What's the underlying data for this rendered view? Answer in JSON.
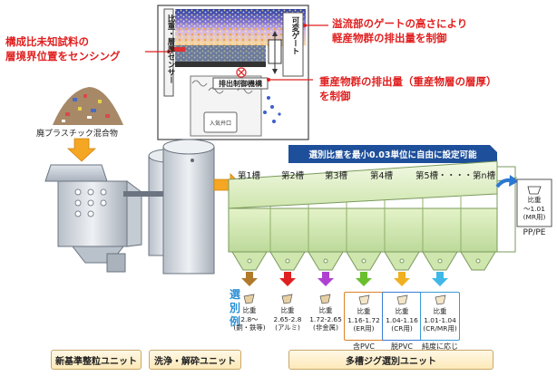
{
  "callouts": {
    "left_sensing": [
      "構成比未知試料の",
      "層境界位置をセンシング"
    ],
    "top_gate": [
      "溢流部のゲートの高さにより",
      "軽産物群の排出量を制御"
    ],
    "mid_discharge": [
      "重産物群の排出量（重産物層の層厚）",
      "を制御"
    ]
  },
  "inset": {
    "sensor_label": "比重・層厚センサー",
    "gate_label": "可変ゲート",
    "mechanism_label": "排出制御機構",
    "inlet_label": "入気弁口"
  },
  "feed_label": "廃プラスチック混合物",
  "range_banner": "選別比重を最小0.03単位に自由に設定可能",
  "tanks": [
    "第1槽",
    "第2槽",
    "第3槽",
    "第4槽",
    "第5槽・・・・第n槽"
  ],
  "output": {
    "gravity": [
      "比重",
      "～1.01",
      "(MR用)"
    ],
    "label": "PP/PE"
  },
  "sorting_label": [
    "選",
    "別",
    "例"
  ],
  "sorting_examples": [
    {
      "lines": [
        "比重",
        "2.8～",
        "(銅・鉄等)"
      ],
      "arrow_color": "#b07a2a",
      "boxed": false,
      "note": ""
    },
    {
      "lines": [
        "比重",
        "2.65-2.8",
        "(アルミ)"
      ],
      "arrow_color": "#e02020",
      "boxed": false,
      "note": ""
    },
    {
      "lines": [
        "比重",
        "1.72-2.65",
        "(非金属)"
      ],
      "arrow_color": "#b040d0",
      "boxed": false,
      "note": ""
    },
    {
      "lines": [
        "比重",
        "1.16-1.72",
        "(ER用)"
      ],
      "arrow_color": "#6abf2e",
      "boxed": true,
      "box_color": "#d9822b",
      "note": "含PVC"
    },
    {
      "lines": [
        "比重",
        "1.04-1.16",
        "(CR用)"
      ],
      "arrow_color": "#f0b020",
      "boxed": true,
      "box_color": "#3a7bd5",
      "note": "脱PVC"
    },
    {
      "lines": [
        "比重",
        "1.01-1.04",
        "(CR/MR用)"
      ],
      "arrow_color": "#3fb8e8",
      "boxed": true,
      "box_color": "#3a9bd5",
      "note": "純度に応じ"
    }
  ],
  "units": [
    "新基準整粒ユニット",
    "洗浄・解砕ユニット",
    "多槽ジグ選別ユニット"
  ]
}
